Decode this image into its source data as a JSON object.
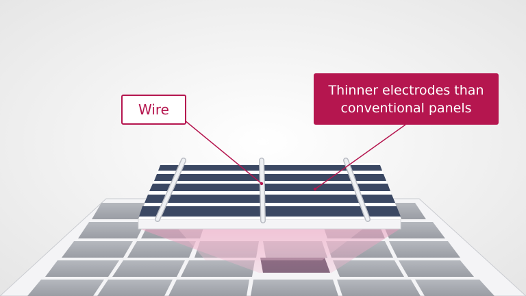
{
  "callouts": {
    "wire": "Wire",
    "electrodes_line1": "Thinner electrodes than",
    "electrodes_line2": "conventional panels"
  },
  "colors": {
    "accent": "#b5164f",
    "cell": "#a9acb3",
    "cell_highlight": "#4a3b52",
    "electrode_stripe": "#3b4863",
    "wire": "#e6e8ec",
    "background": "#f2f2f2"
  }
}
